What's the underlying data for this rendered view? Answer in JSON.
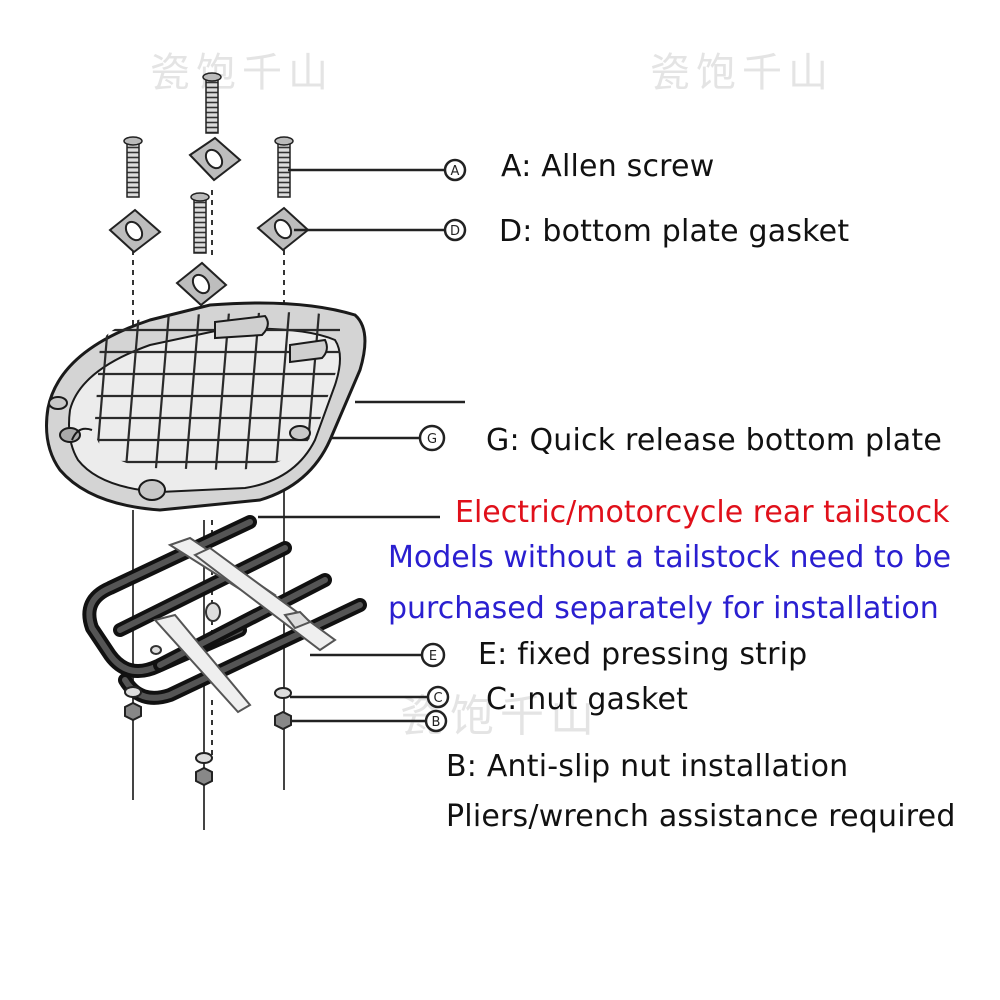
{
  "watermark": "瓷饱千山",
  "callouts": [
    {
      "letter": "A",
      "label": "A: Allen screw"
    },
    {
      "letter": "D",
      "label": "D: bottom plate gasket"
    },
    {
      "letter": "G",
      "label": "G: Quick release bottom plate"
    },
    {
      "letter": "E",
      "label": "E: fixed pressing strip"
    },
    {
      "letter": "C",
      "label": "C: nut gasket"
    },
    {
      "letter": "B",
      "label": "B: Anti-slip nut installation"
    }
  ],
  "notes": {
    "tailstock": "Electric/motorcycle rear tailstock",
    "models_line1": "Models without a tailstock need to be",
    "models_line2": "purchased separately for installation",
    "pliers": "Pliers/wrench assistance required"
  },
  "colors": {
    "tailstock_note": "#e0101a",
    "models_note": "#2a1fd0",
    "text": "#111111",
    "line": "#222222"
  }
}
